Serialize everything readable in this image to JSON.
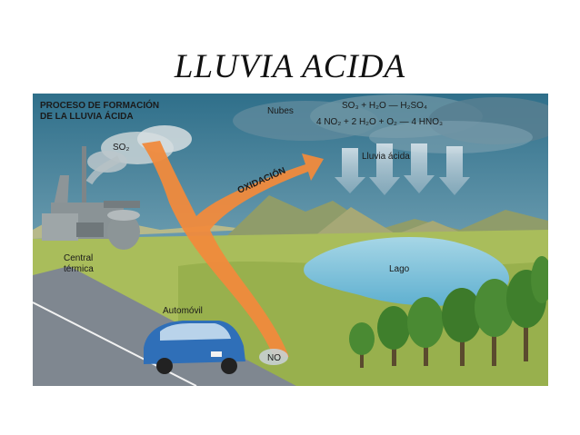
{
  "slide": {
    "title": "LLUVIA ACIDA"
  },
  "diagram": {
    "heading_line1": "PROCESO DE FORMACIÓN",
    "heading_line2": "DE LA LLUVIA ÁCIDA",
    "clouds_label": "Nubes",
    "equation_1": "SO₃ + H₂O — H₂SO₄",
    "equation_2": "4 NO₂ + 2 H₂O + O₂ — 4 HNO₃",
    "acid_rain_label": "Lluvia ácida",
    "so2_label": "SO₂",
    "oxidation_label": "OXIDACIÓN",
    "plant_label_line1": "Central",
    "plant_label_line2": "térmica",
    "lake_label": "Lago",
    "car_label": "Automóvil",
    "no_label": "NO"
  },
  "colors": {
    "sky_top": "#2f6f8a",
    "sky_bottom": "#8fb6c4",
    "arrow": "#f08a3c",
    "lake": "#7ec3dc",
    "grass": "#a9bd5b",
    "car": "#2f6fb8"
  }
}
